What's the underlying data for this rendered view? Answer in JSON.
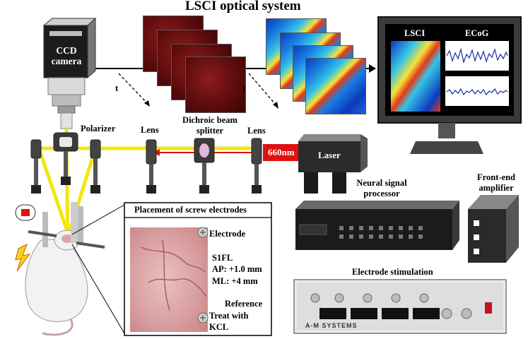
{
  "title": "LSCI optical system",
  "labels": {
    "ccd_camera_line1": "CCD",
    "ccd_camera_line2": "camera",
    "polarizer": "Polarizer",
    "lens_left": "Lens",
    "dichroic_line1": "Dichroic beam",
    "dichroic_line2": "splitter",
    "lens_right": "Lens",
    "wavelength": "660nm",
    "laser": "Laser",
    "time_left": "t",
    "time_right": "t",
    "monitor_lsci": "LSCI",
    "monitor_ecog": "ECoG",
    "neural_line1": "Neural signal",
    "neural_line2": "processor",
    "frontend_line1": "Front-end",
    "frontend_line2": "amplifier",
    "stimulation": "Electrode stimulation",
    "stim_brand": "A-M SYSTEMS"
  },
  "placement_panel": {
    "title": "Placement of screw electrodes",
    "electrode": "Electrode",
    "region": "S1FL",
    "ap": "AP: +1.0 mm",
    "ml": "ML: +4 mm",
    "reference": "Reference",
    "treat_line1": "Treat with",
    "treat_line2": "KCL"
  },
  "colors": {
    "beam_yellow": "#f2e60f",
    "beam_red": "#e01010",
    "laser_window": "#e01010"
  }
}
